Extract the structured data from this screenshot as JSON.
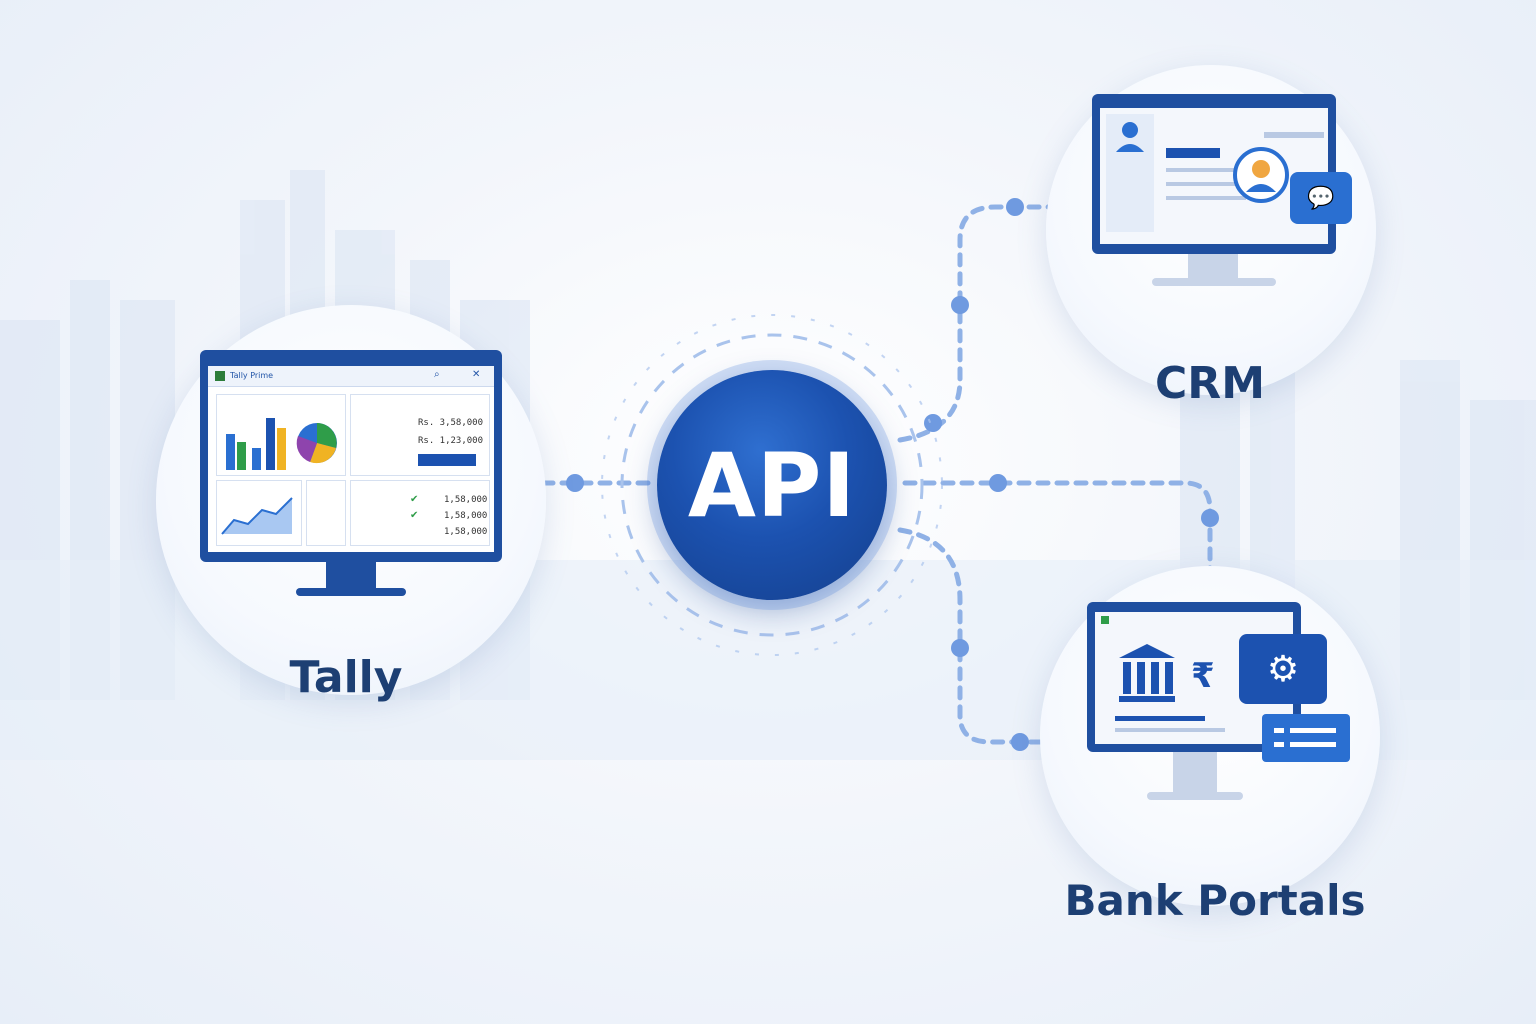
{
  "center": {
    "label": "API"
  },
  "nodes": [
    {
      "id": "tally",
      "label": "Tally"
    },
    {
      "id": "crm",
      "label": "CRM"
    },
    {
      "id": "bank",
      "label": "Bank Portals"
    }
  ],
  "tally_window": {
    "title": "Tally Prime",
    "amounts": [
      "Rs. 3,58,000",
      "Rs. 1,23,000"
    ],
    "ledger_values": [
      "1,58,000",
      "1,58,000",
      "1,58,000"
    ]
  },
  "colors": {
    "primary": "#1c52b0",
    "label": "#1d3f73",
    "connector": "#8fb1e6"
  }
}
